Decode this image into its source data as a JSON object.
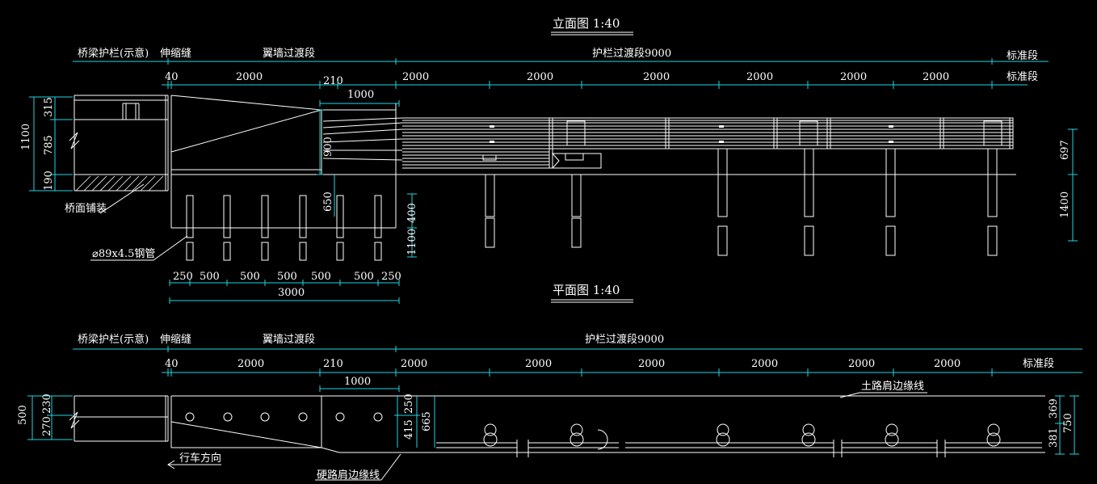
{
  "elevation": {
    "title": "立面图   1:40",
    "row1": {
      "bridge_rail": "桥梁护栏(示意)",
      "expansion_joint": "伸缩缝",
      "wingwall_transition": "翼墙过渡段",
      "rail_transition": "护栏过渡段9000",
      "standard": "标准段"
    },
    "row2": {
      "d40": "40",
      "d2000a": "2000",
      "d210": "210",
      "d2000b": "2000",
      "d2000c": "2000",
      "d2000d": "2000",
      "d2000e": "2000",
      "d2000f": "2000",
      "d2000g": "2000",
      "standard": "标准段"
    },
    "d1000": "1000",
    "left_dims": {
      "total": "1100",
      "top": "315",
      "mid": "785",
      "bottom": "190"
    },
    "height_900": "900",
    "height_650": "650",
    "height_400": "400",
    "height_1100": "1100",
    "right_dims": {
      "upper": "697",
      "lower": "1400"
    },
    "deck_label": "桥面铺装",
    "pipe_label": "⌀89x4.5钢管",
    "bottom_dims": [
      "250",
      "500",
      "500",
      "500",
      "500",
      "500",
      "250"
    ],
    "total_3000": "3000"
  },
  "plan": {
    "title": "平面图   1:40",
    "row1": {
      "bridge_rail": "桥梁护栏(示意)",
      "expansion_joint": "伸缩缝",
      "wingwall_transition": "翼墙过渡段",
      "rail_transition": "护栏过渡段9000"
    },
    "row2": {
      "d40": "40",
      "d2000a": "2000",
      "d210": "210",
      "d2000b": "2000",
      "d2000c": "2000",
      "d2000d": "2000",
      "d2000e": "2000",
      "d2000f": "2000",
      "d2000g": "2000",
      "standard": "标准段"
    },
    "d1000": "1000",
    "soil_shoulder": "土路肩边缘线",
    "hard_shoulder": "硬路肩边缘线",
    "direction": "行车方向",
    "left_dims": {
      "total": "500",
      "upper": "230",
      "lower": "270"
    },
    "mid_dims": {
      "d250": "250",
      "d415": "415",
      "d665": "665"
    },
    "right_dims": {
      "d369": "369",
      "d381": "381",
      "d750": "750"
    }
  },
  "colors": {
    "line": "#ffffff",
    "dimension": "#1fd6e0",
    "background": "#000000"
  }
}
